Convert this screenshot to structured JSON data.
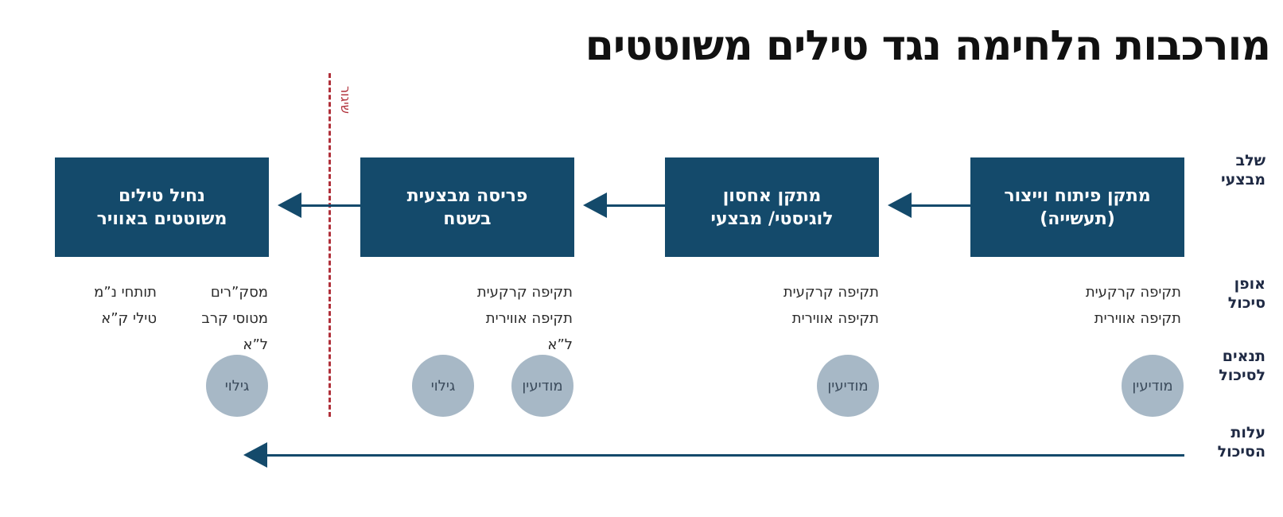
{
  "title": "מורכבות הלחימה נגד טילים משוטטים",
  "row_labels": {
    "stage": [
      "שלב",
      "מבצעי"
    ],
    "method": [
      "אופן",
      "סיכול"
    ],
    "conditions": [
      "תנאים",
      "לסיכול"
    ],
    "cost": [
      "עלות",
      "הסיכול"
    ]
  },
  "boundary_label": "שיגור",
  "stages": [
    {
      "label": [
        "מתקן פיתוח וייצור",
        "(תעשייה)"
      ]
    },
    {
      "label": [
        "מתקן אחסון",
        "לוגיסטי/ מבצעי"
      ]
    },
    {
      "label": [
        "פריסה מבצעית",
        "בשטח"
      ]
    },
    {
      "label": [
        "נחיל טילים",
        "משוטטים באוויר"
      ]
    }
  ],
  "methods": {
    "stage1": [
      "תקיפה קרקעית",
      "תקיפה אווירית"
    ],
    "stage2": [
      "תקיפה קרקעית",
      "תקיפה אווירית"
    ],
    "stage3": [
      "תקיפה קרקעית",
      "תקיפה אווירית",
      "ל”א"
    ],
    "stage4a": [
      "מסק”רים",
      "מטוסי קרב",
      "ל”א"
    ],
    "stage4b": [
      "תותחי נ”מ",
      "טילי ק”א"
    ]
  },
  "conditions": {
    "stage1": [
      "מודיעין"
    ],
    "stage2": [
      "מודיעין"
    ],
    "stage3": [
      "מודיעין",
      "גילוי"
    ],
    "stage4": [
      "גילוי"
    ]
  },
  "colors": {
    "box": "#144a6b",
    "circle": "#a7b8c6",
    "boundary": "#b0303a"
  }
}
